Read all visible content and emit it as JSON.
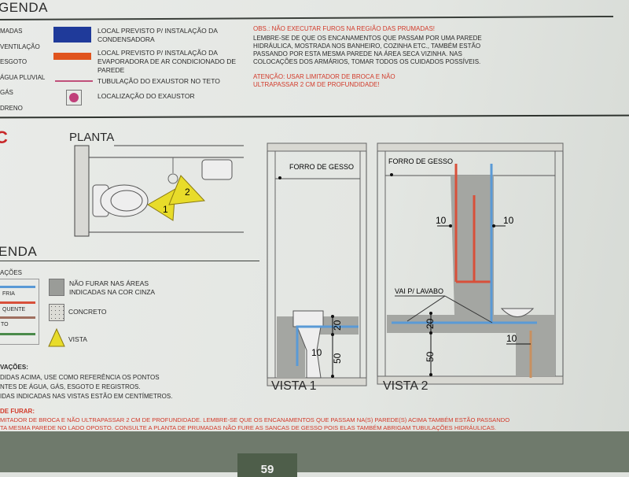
{
  "legend_top": {
    "title": "GENDA",
    "prumadas_items": [
      "MADAS",
      "VENTILAÇÃO",
      "ESGOTO",
      "ÁGUA PLUVIAL",
      "GÁS",
      "DRENO"
    ],
    "items": [
      {
        "swatch": "blue-rect",
        "color": "#1f3a9a",
        "label": "LOCAL PREVISTO P/ INSTALAÇÃO DA CONDENSADORA"
      },
      {
        "swatch": "orange-rect",
        "color": "#e0541e",
        "label": "LOCAL PREVISTO P/ INSTALAÇÃO DA EVAPORADORA DE AR CONDICIONADO DE PAREDE"
      },
      {
        "swatch": "pink-line",
        "color": "#c0507a",
        "label": "TUBULAÇÃO DO EXAUSTOR NO TETO"
      },
      {
        "swatch": "pink-dot",
        "color": "#c0407a",
        "label": "LOCALIZAÇÃO DO EXAUSTOR"
      }
    ]
  },
  "notes_top": {
    "obs": "OBS.: NÃO EXECUTAR FUROS NA REGIÃO DAS PRUMADAS!",
    "body": "LEMBRE-SE DE QUE OS ENCANAMENTOS QUE PASSAM POR UMA PAREDE HIDRÁULICA, MOSTRADA NOS BANHEIRO, COZINHA ETC., TAMBÉM ESTÃO PASSANDO POR ESTA MESMA PAREDE NA ÁREA SECA VIZINHA. NAS COLOCAÇÕES DOS ARMÁRIOS, TOMAR TODOS OS CUIDADOS POSSÍVEIS.",
    "attention": "ATENÇÃO: USAR LIMITADOR DE BROCA E NÃO ULTRAPASSAR 2 CM DE PROFUNDIDADE!"
  },
  "section_letter": "C",
  "planta": {
    "title": "PLANTA",
    "markers": [
      "1",
      "2"
    ]
  },
  "legend_bottom": {
    "title": "ENDA",
    "subtitle": "AÇÕES",
    "pipes": [
      {
        "label": "FRIA",
        "color": "#5a9ad6"
      },
      {
        "label": "QUENTE",
        "color": "#d8503a"
      },
      {
        "label": "TO",
        "color": "#a07060"
      },
      {
        "label": "",
        "color": "#4a8a4a"
      }
    ],
    "items": [
      {
        "swatch": "gray",
        "label": "NÃO FURAR NAS ÁREAS INDICADAS NA COR CINZA"
      },
      {
        "swatch": "concrete",
        "label": "CONCRETO"
      },
      {
        "swatch": "triangle",
        "label": "VISTA"
      }
    ]
  },
  "observacoes": {
    "title": "VAÇÕES:",
    "lines": [
      "DIDAS ACIMA, USE COMO REFERÊNCIA OS PONTOS",
      "NTES DE ÁGUA, GÁS, ESGOTO E REGISTROS.",
      "IDAS INDICADAS NAS VISTAS ESTÃO EM CENTÍMETROS."
    ]
  },
  "vista1": {
    "title": "VISTA 1",
    "ceiling": "FORRO DE GESSO",
    "dims": [
      "20",
      "10",
      "50"
    ]
  },
  "vista2": {
    "title": "VISTA 2",
    "ceiling": "FORRO DE GESSO",
    "lavabo": "VAI P/ LAVABO",
    "dims": [
      "10",
      "10",
      "20",
      "50",
      "10"
    ]
  },
  "warning_bottom": {
    "title": "DE FURAR:",
    "lines": [
      "MITADOR DE BROCA E NÃO ULTRAPASSAR 2 CM DE PROFUNDIDADE. LEMBRE-SE QUE OS ENCANAMENTOS QUE PASSAM NA(S) PAREDE(S) ACIMA TAMBÉM ESTÃO PASSANDO",
      "TA MESMA PAREDE NO LADO OPOSTO. CONSULTE A PLANTA DE PRUMADAS NÃO FURE AS SANCAS DE GESSO POIS ELAS TAMBÉM ABRIGAM TUBULAÇÕES HIDRÁULICAS."
    ]
  },
  "page_number": "59"
}
